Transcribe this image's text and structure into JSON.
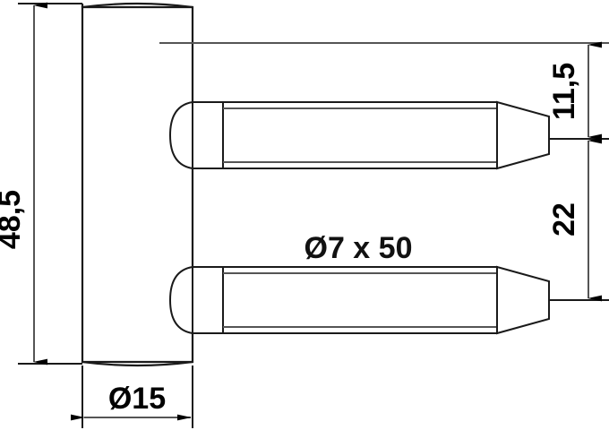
{
  "drawing": {
    "title": "Hinge pin technical drawing",
    "background_color": "#ffffff",
    "line_color": "#444444",
    "outline_color": "#1a1a1a",
    "dim_color": "#000000",
    "dimensions": {
      "height_overall": {
        "value": "48,5",
        "orientation": "vertical",
        "position": "left"
      },
      "top_offset": {
        "value": "11,5",
        "orientation": "vertical",
        "position": "right"
      },
      "pin_spacing": {
        "value": "22",
        "orientation": "vertical",
        "position": "right"
      },
      "plate_width": {
        "value": "Ø15",
        "orientation": "horizontal",
        "position": "bottom"
      },
      "pin_spec": {
        "value": "Ø7 x 50",
        "orientation": "horizontal",
        "position": "center"
      }
    }
  }
}
